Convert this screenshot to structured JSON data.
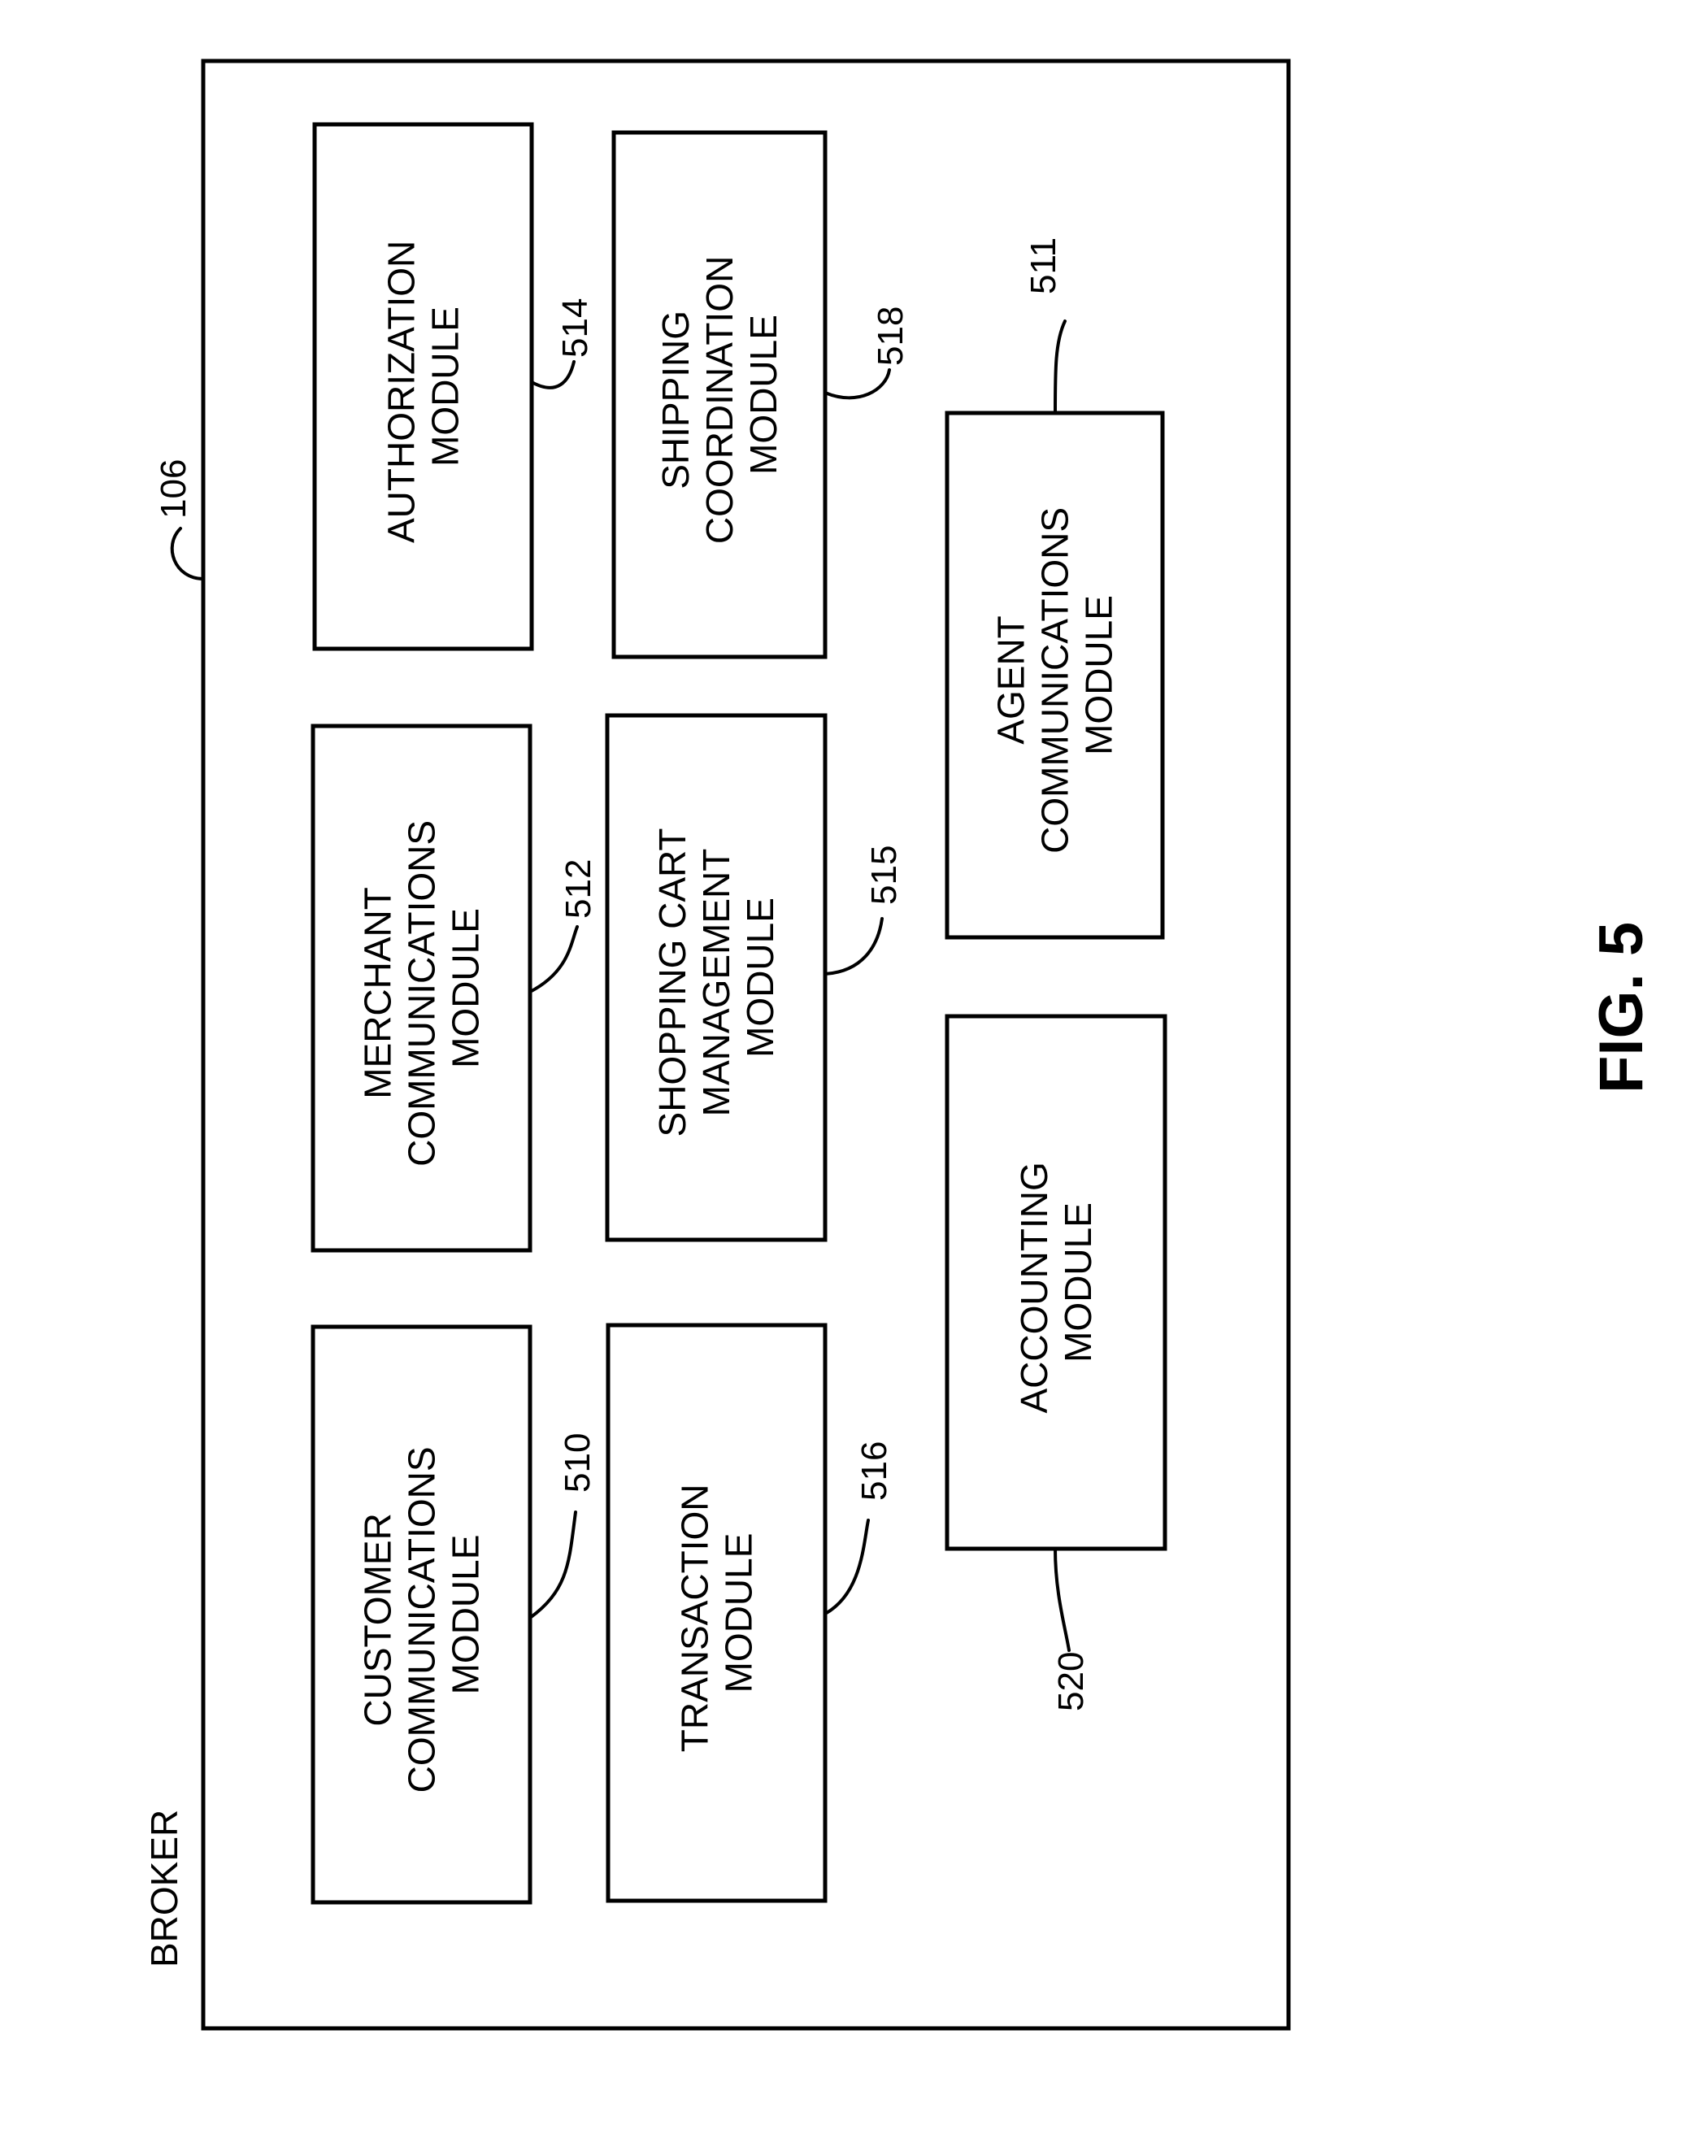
{
  "figure": {
    "caption": "FIG. 5",
    "container": {
      "title": "BROKER",
      "ref": "106"
    },
    "modules": [
      {
        "id": "customer",
        "lines": [
          "CUSTOMER",
          "COMMUNICATIONS",
          "MODULE"
        ],
        "ref": "510"
      },
      {
        "id": "merchant",
        "lines": [
          "MERCHANT",
          "COMMUNICATIONS",
          "MODULE"
        ],
        "ref": "512"
      },
      {
        "id": "authorization",
        "lines": [
          "AUTHORIZATION",
          "MODULE"
        ],
        "ref": "514"
      },
      {
        "id": "transaction",
        "lines": [
          "TRANSACTION",
          "MODULE"
        ],
        "ref": "516"
      },
      {
        "id": "shopping-cart",
        "lines": [
          "SHOPPING CART",
          "MANAGEMENT",
          "MODULE"
        ],
        "ref": "515"
      },
      {
        "id": "shipping",
        "lines": [
          "SHIPPING",
          "COORDINATION",
          "MODULE"
        ],
        "ref": "518"
      },
      {
        "id": "accounting",
        "lines": [
          "ACCOUNTING",
          "MODULE"
        ],
        "ref": "520"
      },
      {
        "id": "agent",
        "lines": [
          "AGENT",
          "COMMUNICATIONS",
          "MODULE"
        ],
        "ref": "511"
      }
    ]
  }
}
